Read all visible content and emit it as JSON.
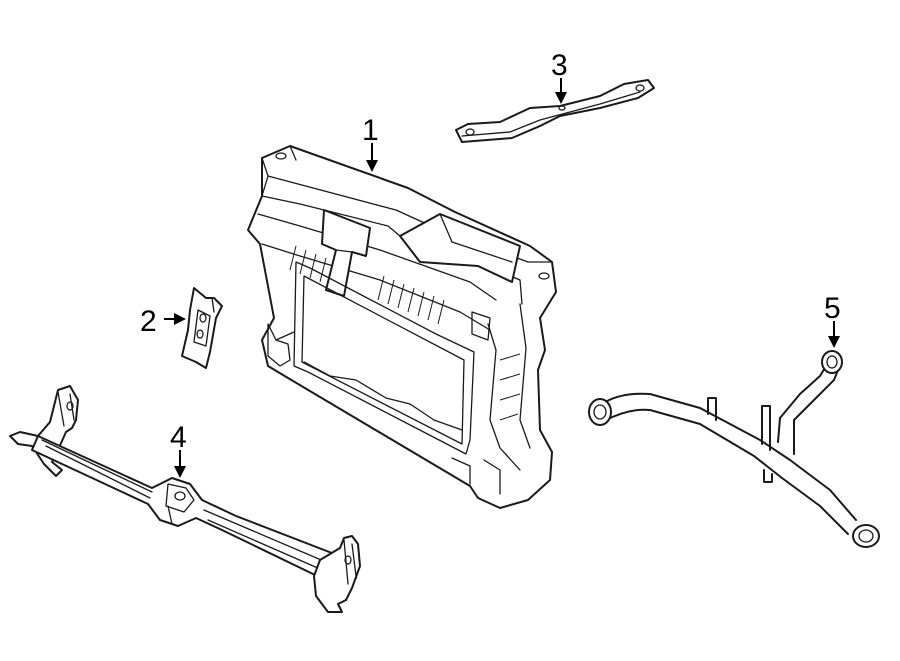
{
  "colors": {
    "background": "#ffffff",
    "line": "#1a1a1a",
    "callout": "#000000"
  },
  "callouts": [
    {
      "label": "1",
      "part": "radiator-support"
    },
    {
      "label": "2",
      "part": "bracket"
    },
    {
      "label": "3",
      "part": "upper-tie-bar"
    },
    {
      "label": "4",
      "part": "lower-tie-bar"
    },
    {
      "label": "5",
      "part": "wiring-harness"
    }
  ]
}
